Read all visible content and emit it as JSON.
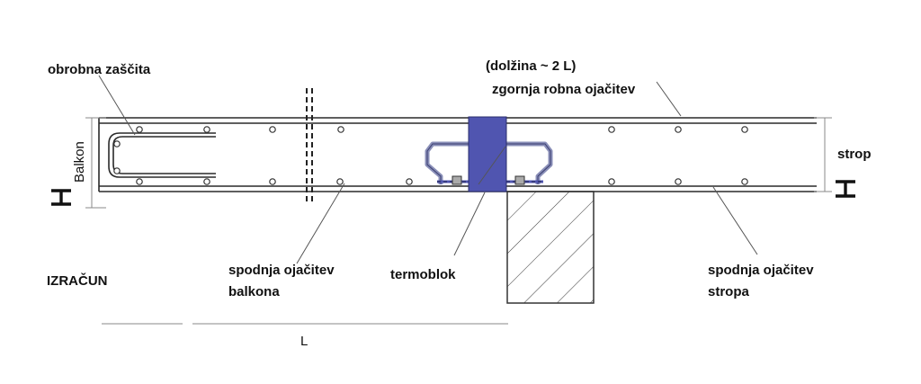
{
  "labels": {
    "edge_protection": "obrobna zaščita",
    "length": "(dolžina ~ 2 L)",
    "top_edge_reinforcement": "zgornja robna ojačitev",
    "ceiling": "strop",
    "balcony": "Balkon",
    "height_left": "H",
    "height_right": "H",
    "calculation": "IZRAČUN",
    "bottom_balcony_line1": "spodnja ojačitev",
    "bottom_balcony_line2": "balkona",
    "thermoblock": "termoblok",
    "bottom_ceiling_line1": "spodnja ojačitev",
    "bottom_ceiling_line2": "stropa",
    "span_label": "L"
  },
  "colors": {
    "thermoblock_fill": "#5055b0",
    "rebar_stirrup": "#8a8fb8",
    "line": "#2a2a2a"
  }
}
